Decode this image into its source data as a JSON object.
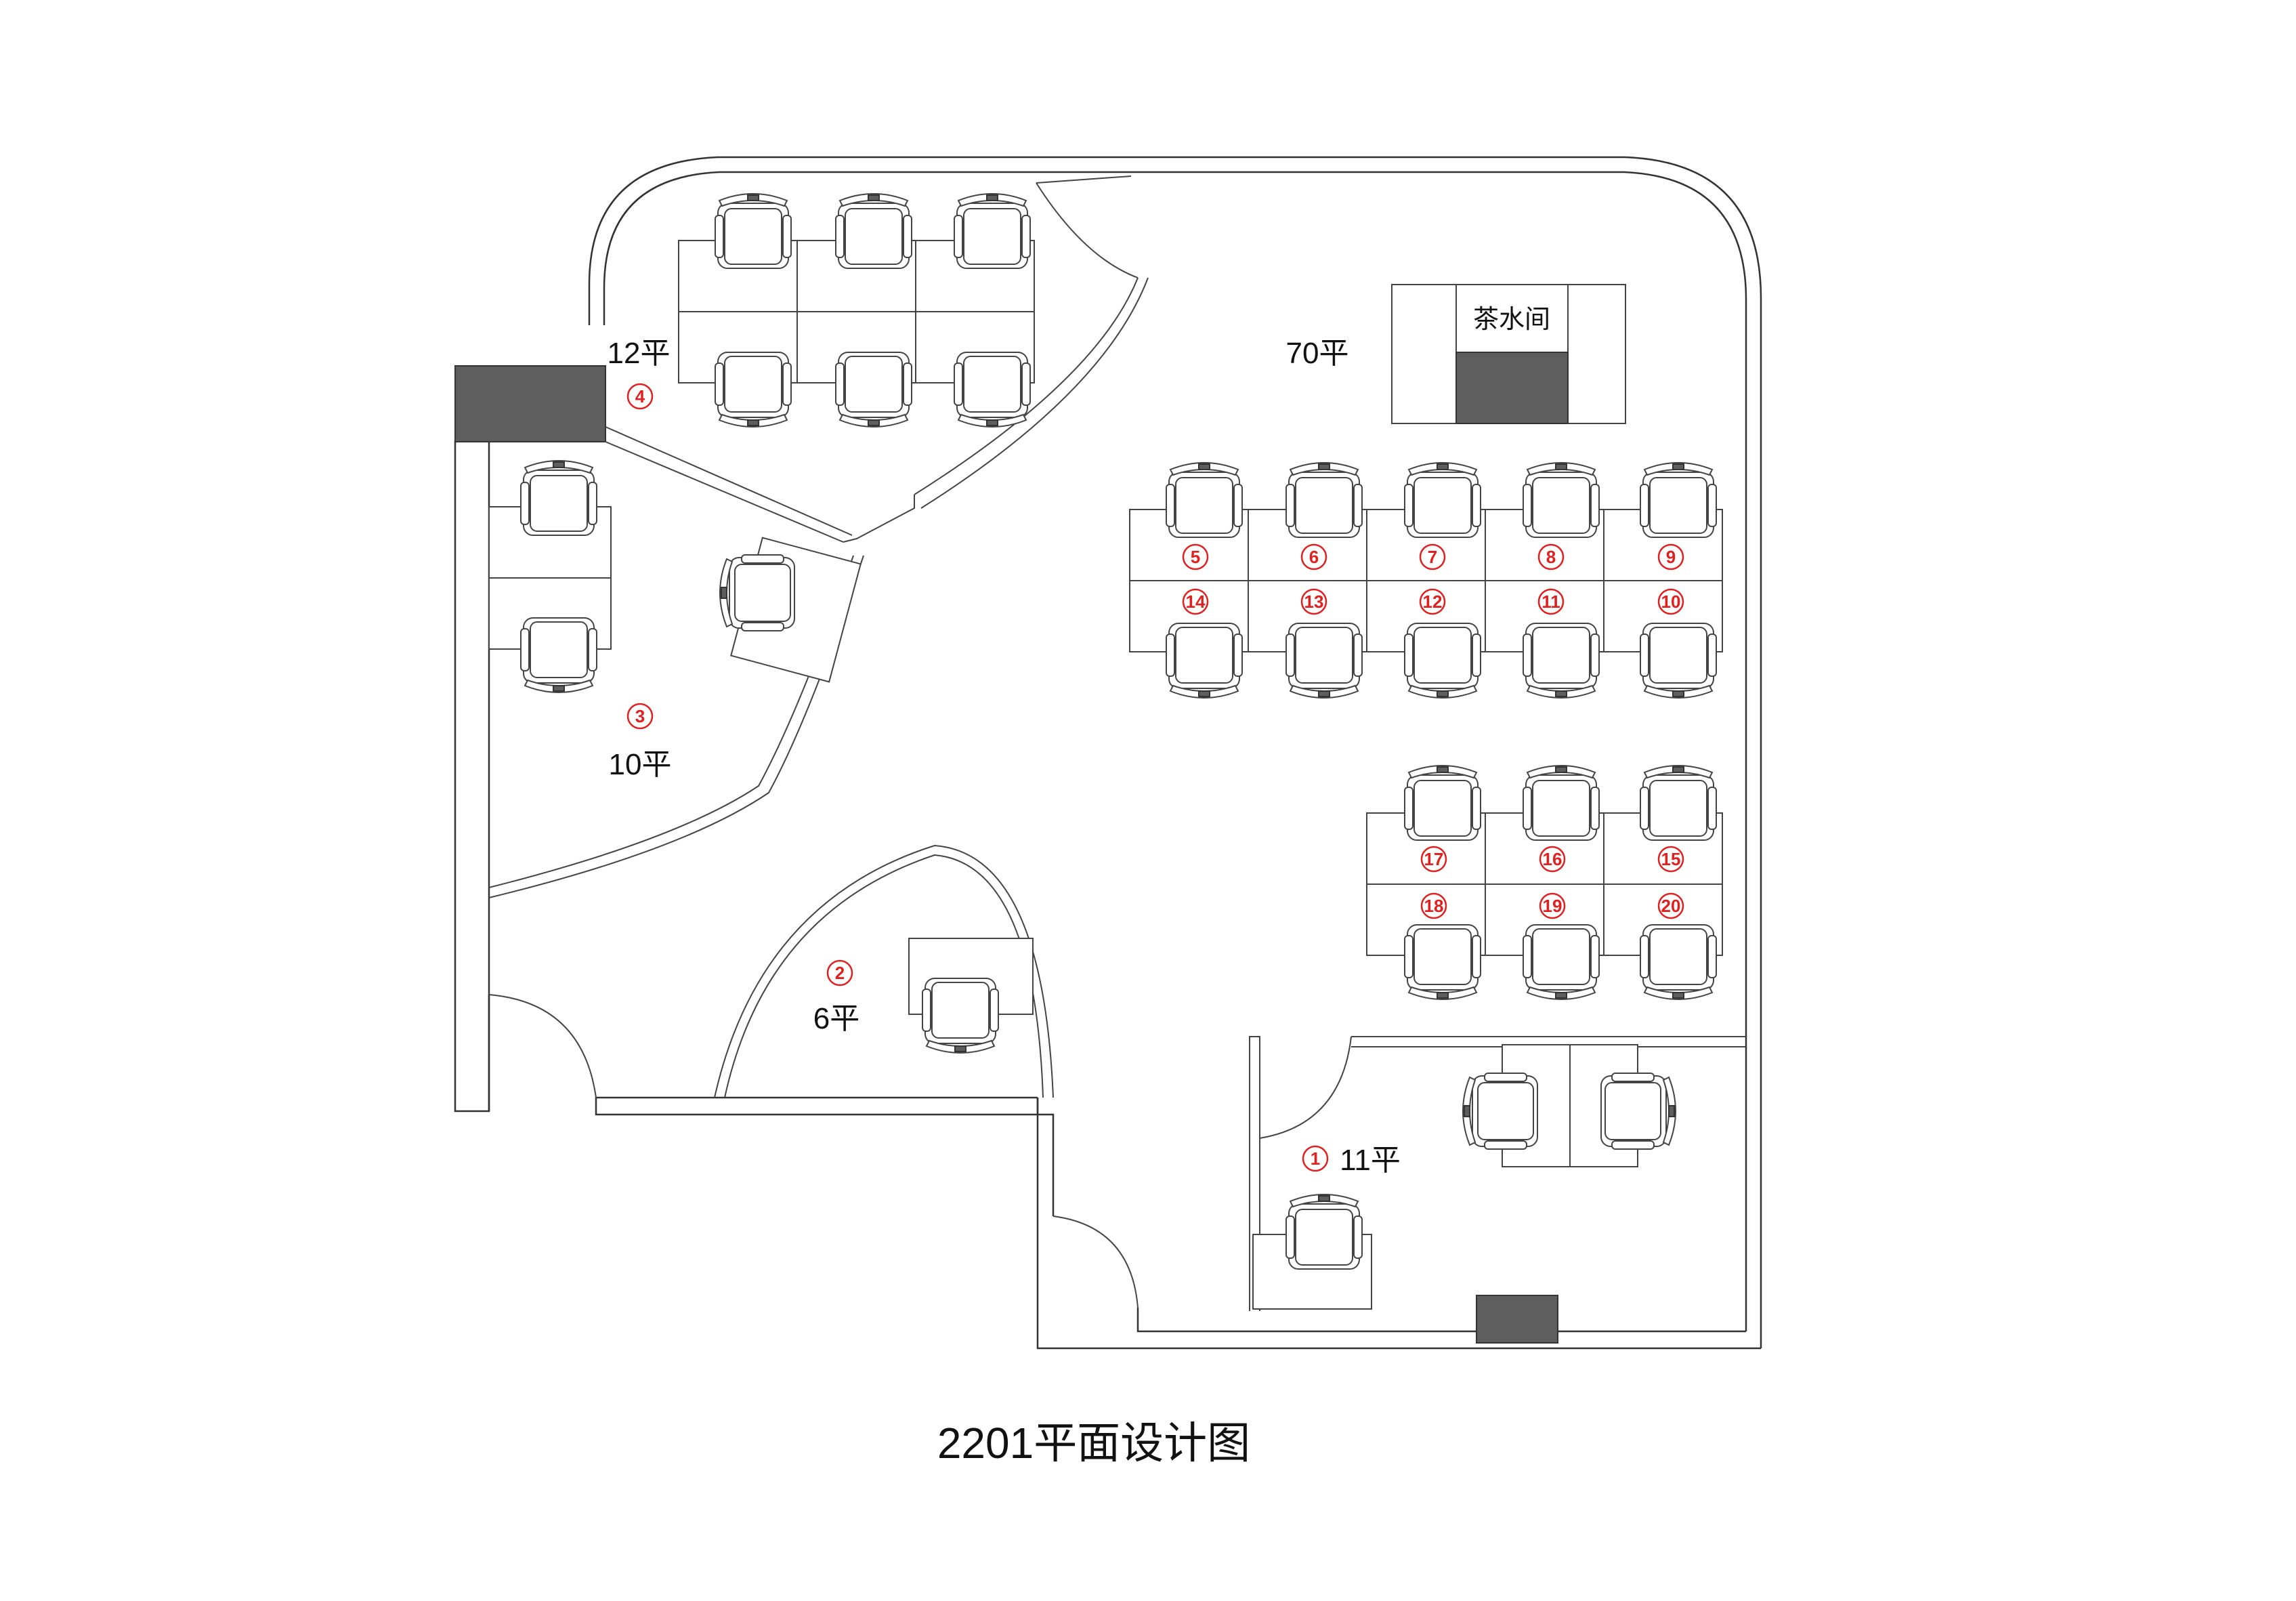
{
  "title": "2201平面设计图",
  "pantry_label": "茶水间",
  "areas": {
    "open_office": "70平",
    "room_4": "12平",
    "room_3": "10平",
    "room_2": "6平",
    "room_1": "11平"
  },
  "seat_labels": {
    "s1": "1",
    "s2": "2",
    "s3": "3",
    "s4": "4",
    "s5": "5",
    "s6": "6",
    "s7": "7",
    "s8": "8",
    "s9": "9",
    "s10": "10",
    "s11": "11",
    "s12": "12",
    "s13": "13",
    "s14": "14",
    "s15": "15",
    "s16": "16",
    "s17": "17",
    "s18": "18",
    "s19": "19",
    "s20": "20"
  },
  "colors": {
    "seat_number": "#e02020",
    "column_fill": "#5e5e5e",
    "wall": "#333333"
  }
}
